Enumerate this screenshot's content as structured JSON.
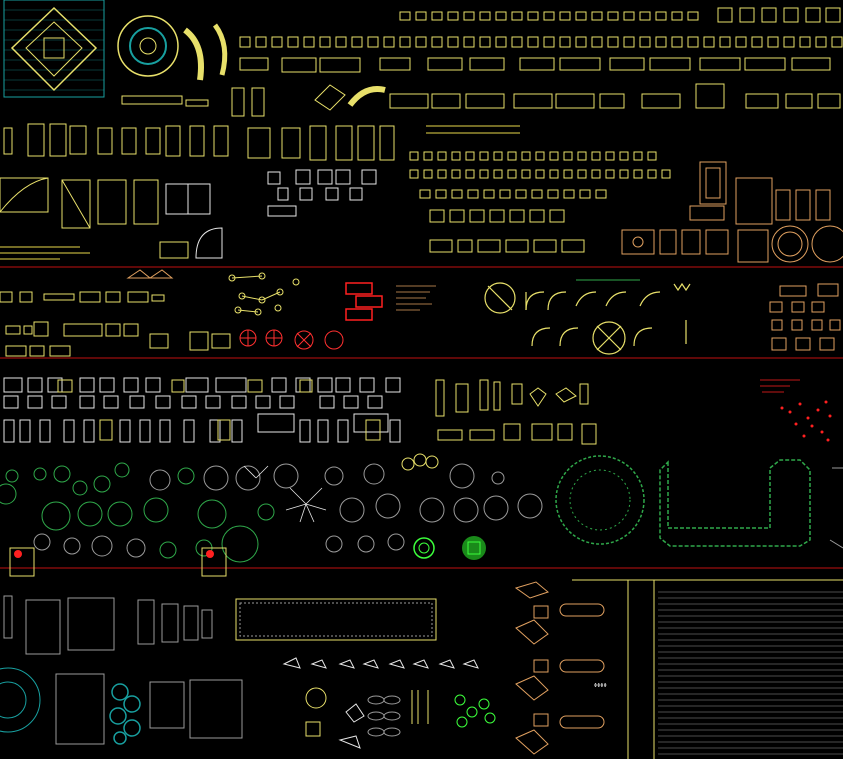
{
  "colors": {
    "background": "#000000",
    "divider": "#c01010",
    "yellow": "#e8e06a",
    "white": "#e6e6e6",
    "green": "#2fa84a",
    "bright_green": "#3cff3c",
    "red": "#ff2020",
    "cyan": "#18a0a0",
    "orange": "#e0a060",
    "gray": "#9a9a9a",
    "blue": "#3050ff"
  },
  "labels": {
    "hatch_label": "ΦΦΦΦ"
  },
  "region_names": [
    "furniture-blocks-row",
    "sanitary-and-symbols-row",
    "chairs-and-fixtures-row",
    "plants-and-trees-row",
    "materials-and-seating-row"
  ]
}
